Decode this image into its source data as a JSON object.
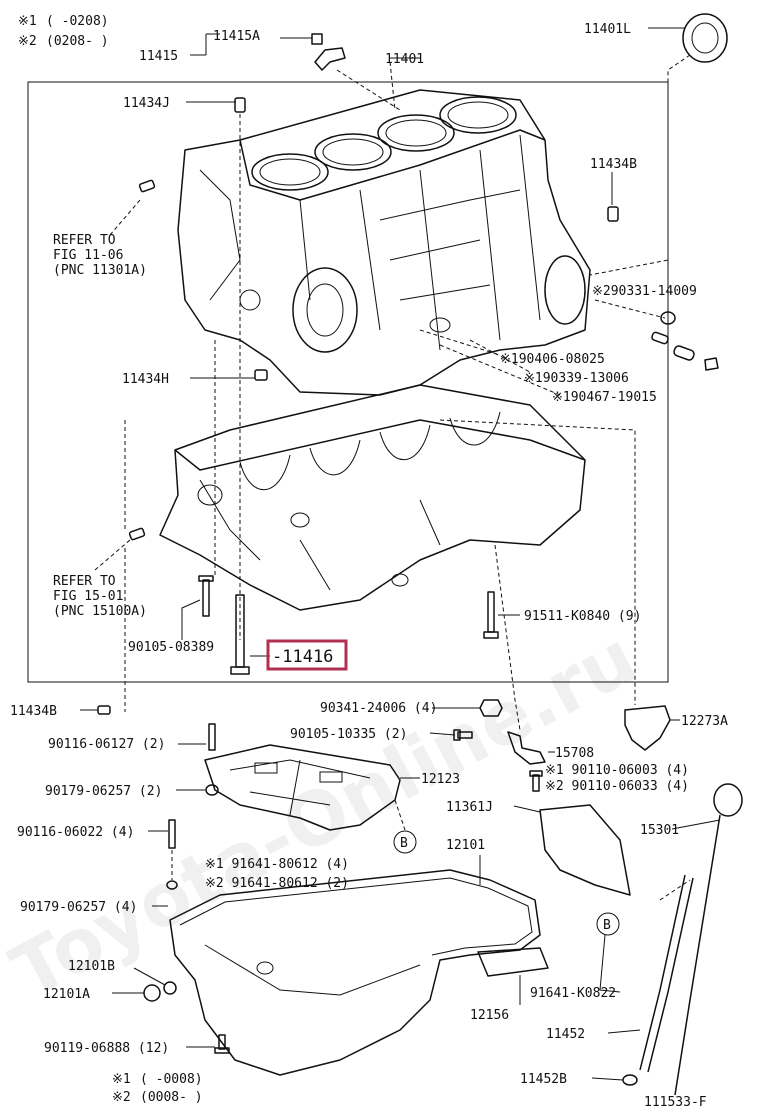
{
  "watermark": "Toyota-Online.ru",
  "header_notes": [
    {
      "mark": "※1",
      "text": "(     -0208)"
    },
    {
      "mark": "※2",
      "text": "(0208-     )"
    }
  ],
  "footer_notes": [
    {
      "mark": "※1",
      "text": "(     -0008)"
    },
    {
      "mark": "※2",
      "text": "(0008-     )"
    }
  ],
  "refer_top": [
    "REFER TO",
    "FIG 11-06",
    "(PNC 11301A)"
  ],
  "refer_mid": [
    "REFER TO",
    "FIG 15-01",
    "(PNC 15100A)"
  ],
  "labels": {
    "p11415": "11415",
    "p11415A": "11415A",
    "p11401": "11401",
    "p11401L": "11401L",
    "p11434J": "11434J",
    "p11434B_top": "11434B",
    "p290331": "※290331-14009",
    "p190406": "※190406-08025",
    "p190339": "※190339-13006",
    "p190467": "※190467-19015",
    "p11434H": "11434H",
    "p91511": "91511-K0840 (9)",
    "p90105_08389": "90105-08389",
    "p11416": "-11416",
    "p11434B_mid": "11434B",
    "p90341": "90341-24006 (4)",
    "p90105_10335": "90105-10335 (2)",
    "p90116_06127": "90116-06127 (2)",
    "p12273A": "12273A",
    "p15708": "15708",
    "p190110": "※1 90110-06003 (4)",
    "p290110": "※2 90110-06033 (4)",
    "p90179_top": "90179-06257 (2)",
    "p12123": "12123",
    "p11361J": "11361J",
    "p90116_06022": "90116-06022 (4)",
    "p15301": "15301",
    "p191641": "※1 91641-80612 (4)",
    "p291641": "※2 91641-80612 (2)",
    "p12101": "12101",
    "p90179_bot": "90179-06257 (4)",
    "p12101B": "12101B",
    "p12101A": "12101A",
    "p91641_K0822": "91641-K0822",
    "p12156": "12156",
    "p11452": "11452",
    "p90119": "90119-06888 (12)",
    "p11452B": "11452B",
    "p111533F": "111533-F",
    "markB": "B"
  }
}
